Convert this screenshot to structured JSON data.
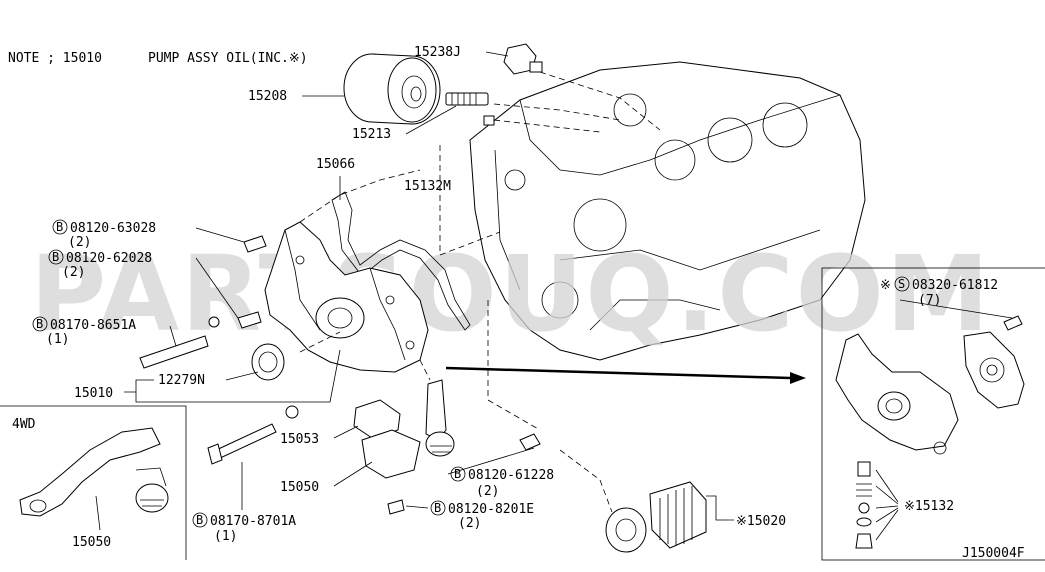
{
  "note": {
    "prefix": "NOTE ; 15010",
    "text": "PUMP ASSY OIL(INC.※)"
  },
  "watermark": "PARTSOUQ.COM",
  "callouts": {
    "p15238j": "15238J",
    "p15208": "15208",
    "p15213": "15213",
    "p15066": "15066",
    "p15132m": "15132M",
    "b1_code": "08120-63028",
    "b1_qty": "(2)",
    "b2_code": "08120-62028",
    "b2_qty": "(2)",
    "b3_code": "08170-8651A",
    "b3_qty": "(1)",
    "p15010": "15010",
    "p12279n": "12279N",
    "p15053": "15053",
    "p15050": "15050",
    "b4_code": "08170-8701A",
    "b4_qty": "(1)",
    "b5_code": "08120-61228",
    "b5_qty": "(2)",
    "b6_code": "08120-8201E",
    "b6_qty": "(2)",
    "p15020": "※15020",
    "s1_code": "08320-61812",
    "s1_qty": "(7)",
    "s1_mark": "※",
    "p15132": "※15132"
  },
  "symbols": {
    "bolt": "B",
    "screw": "S"
  },
  "inset_4wd": {
    "title": "4WD",
    "part": "15050"
  },
  "diagram_id": "J150004F"
}
